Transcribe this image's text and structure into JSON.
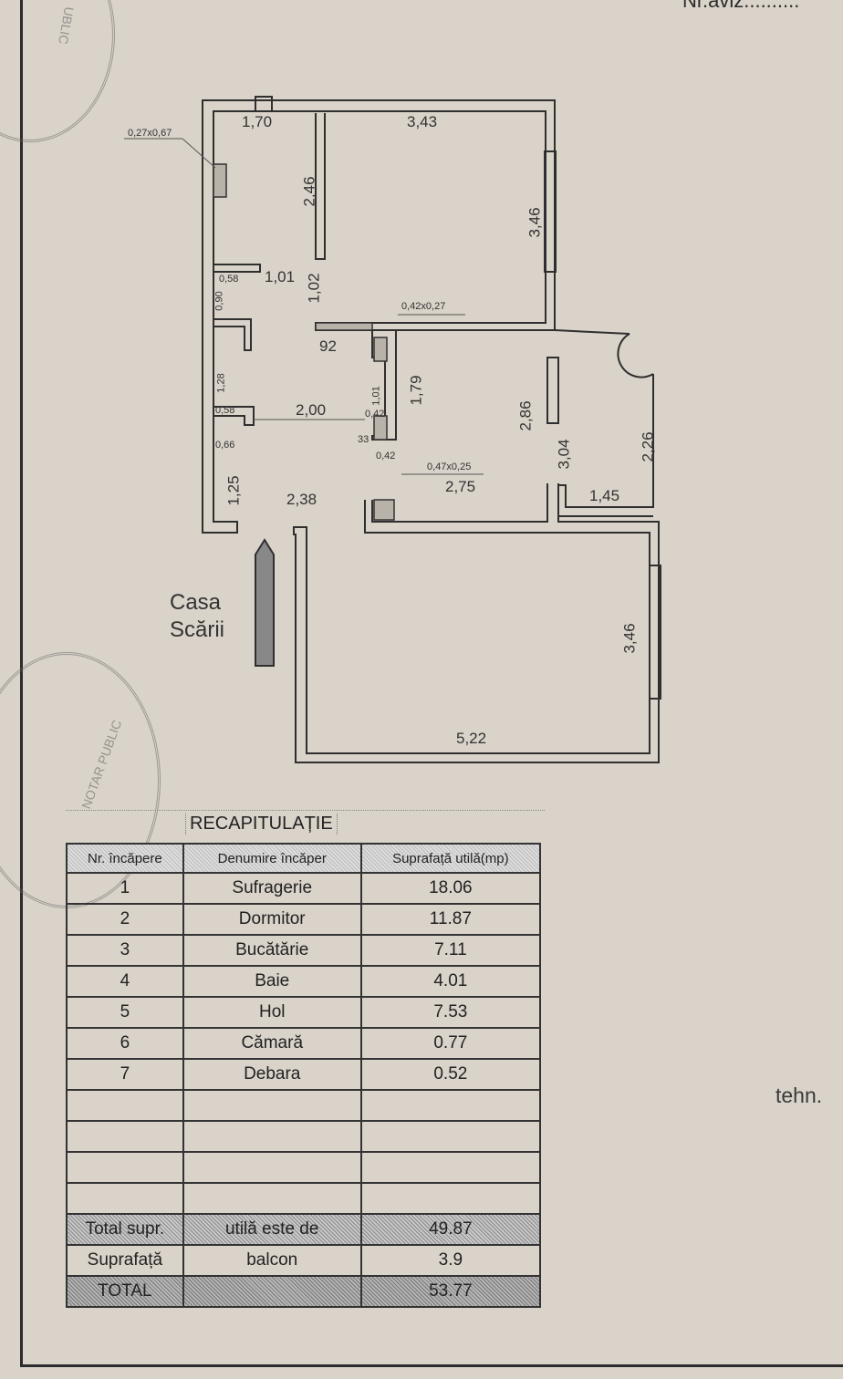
{
  "header": {
    "aviz_label": "Nr.aviz.........."
  },
  "side_text": "tehn.",
  "stamps": {
    "top": "UBLIC",
    "bottom": "NOTAR PUBLIC"
  },
  "entrance": {
    "line1": "Casa",
    "line2": "Scării"
  },
  "plan_dimensions": {
    "d1": "1,70",
    "d2": "3,43",
    "d3": "2,46",
    "d4": "3,46",
    "d5": "0,27x0,67",
    "d6": "0,58",
    "d7": "1,01",
    "d8": "1,02",
    "d9": "0,90",
    "d10": "0,42x0,27",
    "d11": "92",
    "d12": "1,28",
    "d13": "1,79",
    "d14": "0,58",
    "d15": "2,00",
    "d16": "1,01",
    "d17": "0,42",
    "d18": "33",
    "d19": "0,66",
    "d20": "0,42",
    "d21": "2,86",
    "d22": "0,47x0,25",
    "d23": "2,75",
    "d24": "3,04",
    "d25": "2,26",
    "d26": "1,25",
    "d27": "2,38",
    "d28": "1,45",
    "d29": "3,46",
    "d30": "5,22"
  },
  "recap": {
    "title": "RECAPITULAȚIE",
    "headers": [
      "Nr. încăpere",
      "Denumire încăper",
      "Suprafață utilă(mp)"
    ],
    "rows": [
      {
        "nr": "1",
        "name": "Sufragerie",
        "area": "18.06"
      },
      {
        "nr": "2",
        "name": "Dormitor",
        "area": "11.87"
      },
      {
        "nr": "3",
        "name": "Bucătărie",
        "area": "7.11"
      },
      {
        "nr": "4",
        "name": "Baie",
        "area": "4.01"
      },
      {
        "nr": "5",
        "name": "Hol",
        "area": "7.53"
      },
      {
        "nr": "6",
        "name": "Cămară",
        "area": "0.77"
      },
      {
        "nr": "7",
        "name": "Debara",
        "area": "0.52"
      }
    ],
    "total_util": {
      "c1": "Total supr.",
      "c2": "utilă este de",
      "c3": "49.87"
    },
    "balcon": {
      "c1": "Suprafață",
      "c2": "balcon",
      "c3": "3.9"
    },
    "total": {
      "c1": "TOTAL",
      "c2": "",
      "c3": "53.77"
    }
  }
}
